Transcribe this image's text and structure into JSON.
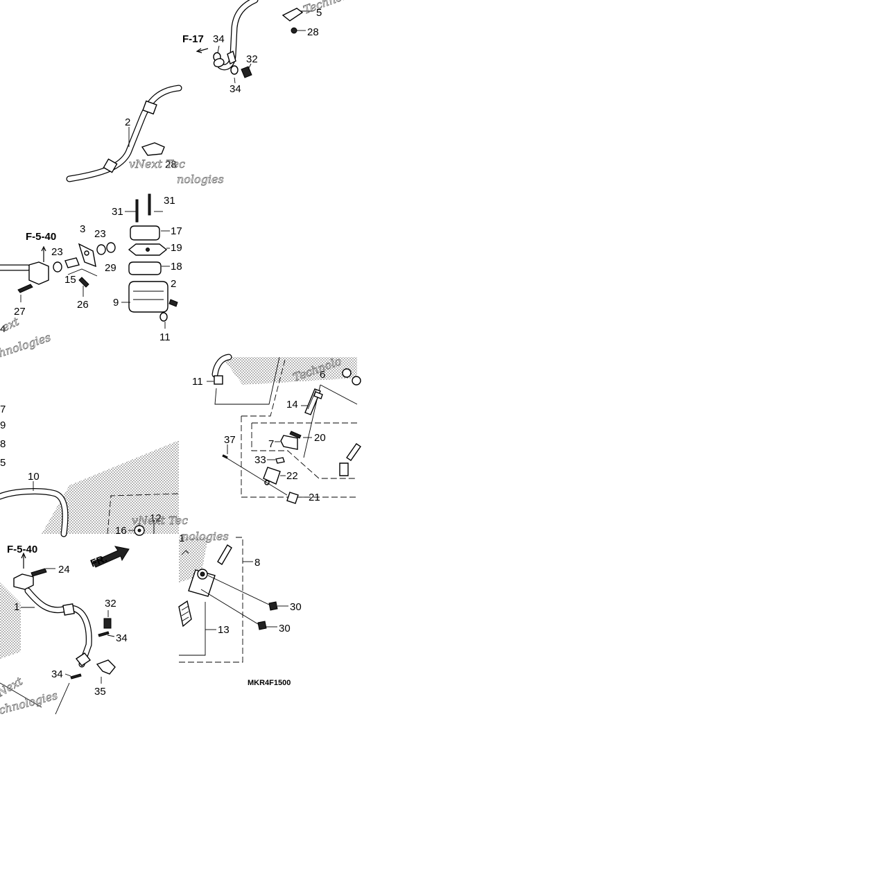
{
  "references": [
    "F-17",
    "F-5-40",
    "F-5-40"
  ],
  "labels_top": [
    "34",
    "32",
    "34",
    "5",
    "28",
    "2",
    "28"
  ],
  "labels_mid": [
    "31",
    "31",
    "17",
    "19",
    "18",
    "2",
    "9",
    "3",
    "23",
    "29",
    "23",
    "15",
    "26",
    "27",
    "11",
    "4"
  ],
  "labels_left": [
    "7",
    "9",
    "8",
    "5",
    "10",
    "16",
    "12"
  ],
  "labels_right": [
    "11",
    "6",
    "14",
    "20",
    "37",
    "7",
    "33",
    "22",
    "21"
  ],
  "labels_bottom": [
    "24",
    "1",
    "32",
    "34",
    "34",
    "35",
    "8",
    "30",
    "30",
    "13",
    "1"
  ],
  "direction_label": "FR.",
  "diagram_code": "MKR4F1500",
  "watermarks": [
    "Technolo",
    "vNext Tec",
    "nologies",
    "ext",
    "hnologies",
    "vNext Tec",
    "nologies",
    "Technolo",
    "Next",
    "chnologies"
  ]
}
